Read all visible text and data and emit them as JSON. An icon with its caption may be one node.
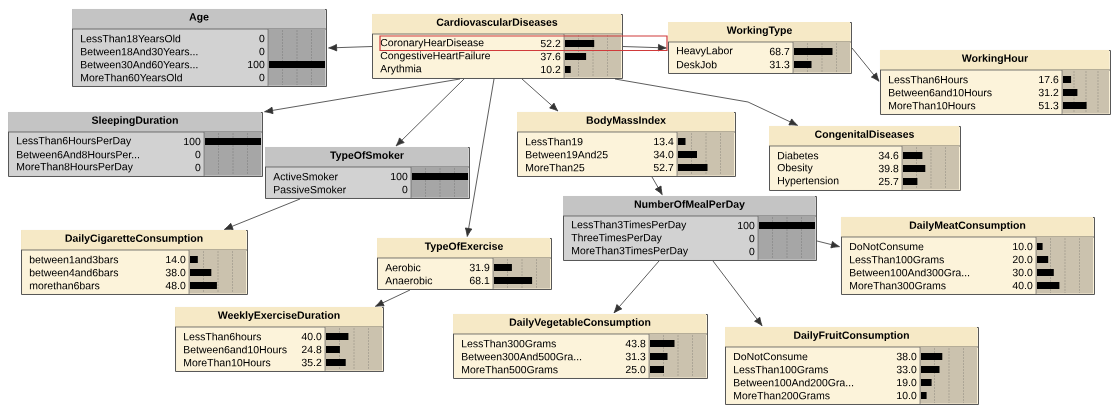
{
  "diagram": {
    "nodes": [
      {
        "text": [
          "Age",
          "LessThan18YearsOld",
          "0",
          "Between18And30Years...",
          "0",
          "Between30And60Years...",
          "100",
          "MoreThan60YearsOld",
          "0"
        ]
      },
      {
        "text": [
          "CardiovascularDiseases",
          "CoronaryHearDisease",
          "52.2",
          "CongestiveHeartFailure",
          "37.6",
          "Arythmia",
          "10.2"
        ]
      },
      {
        "text": [
          "WorkingType",
          "HeavyLabor",
          "68.7",
          "DeskJob",
          "31.3"
        ]
      },
      {
        "text": [
          "WorkingHour",
          "LessThan6Hours",
          "17.6",
          "Between6and10Hours",
          "31.2",
          "MoreThan10Hours",
          "51.3"
        ]
      },
      {
        "text": [
          "SleepingDuration",
          "LessThan6HoursPerDay",
          "100",
          "Between6And8HoursPer...",
          "0",
          "MoreThan8HoursPerDay",
          "0"
        ]
      },
      {
        "text": [
          "TypeOfSmoker",
          "ActiveSmoker",
          "100",
          "PassiveSmoker",
          "0"
        ]
      },
      {
        "text": [
          "BodyMassIndex",
          "LessThan19",
          "13.4",
          "Between19And25",
          "34.0",
          "MoreThan25",
          "52.7"
        ]
      },
      {
        "text": [
          "CongenitalDiseases",
          "Diabetes",
          "34.6",
          "Obesity",
          "39.8",
          "Hypertension",
          "25.7"
        ]
      },
      {
        "text": [
          "NumberOfMealPerDay",
          "LessThan3TimesPerDay",
          "100",
          "ThreeTimesPerDay",
          "0",
          "MoreThan3TimesPerDay",
          "0"
        ]
      },
      {
        "text": [
          "DailyCigaretteConsumption",
          "between1and3bars",
          "14.0",
          "between4and6bars",
          "38.0",
          "morethan6bars",
          "48.0"
        ]
      },
      {
        "text": [
          "TypeOfExercise",
          "Aerobic",
          "31.9",
          "Anaerobic",
          "68.1"
        ]
      },
      {
        "text": [
          "DailyMeatConsumption",
          "DoNotConsume",
          "10.0",
          "LessThan100Grams",
          "20.0",
          "Between100And300Gra...",
          "30.0",
          "MoreThan300Grams",
          "40.0"
        ]
      },
      {
        "text": [
          "WeeklyExerciseDuration",
          "LessThan6hours",
          "40.0",
          "Between6and10Hours",
          "24.8",
          "MoreThan10Hours",
          "35.2"
        ]
      },
      {
        "text": [
          "DailyVegetableConsumption",
          "LessThan300Grams",
          "43.8",
          "Between300And500Gra...",
          "31.3",
          "MoreThan500Grams",
          "25.0"
        ]
      },
      {
        "text": [
          "DailyFruitConsumption",
          "DoNotConsume",
          "38.0",
          "LessThan100Grams",
          "33.0",
          "Between100And200Gra...",
          "19.0",
          "MoreThan200Grams",
          "10.0"
        ]
      }
    ],
    "edges": [
      {
        "from": 1,
        "to": 0,
        "arrow": "to"
      },
      {
        "from": 1,
        "to": 2,
        "arrow": "to"
      },
      {
        "from": 2,
        "to": 3,
        "arrow": "to"
      },
      {
        "from": 1,
        "to": 4,
        "arrow": "to"
      },
      {
        "from": 1,
        "to": 5,
        "arrow": "to"
      },
      {
        "from": 1,
        "to": 10,
        "arrow": "to"
      },
      {
        "from": 1,
        "to": 6,
        "arrow": "to"
      },
      {
        "from": 1,
        "to": 7,
        "arrow": "to"
      },
      {
        "from": 6,
        "to": 8,
        "arrow": "to"
      },
      {
        "from": 5,
        "to": 9,
        "arrow": "to"
      },
      {
        "from": 10,
        "to": 12,
        "arrow": "to"
      },
      {
        "from": 8,
        "to": 13,
        "arrow": "to"
      },
      {
        "from": 8,
        "to": 11,
        "arrow": "to"
      },
      {
        "from": 8,
        "to": 14,
        "arrow": "to"
      }
    ]
  }
}
